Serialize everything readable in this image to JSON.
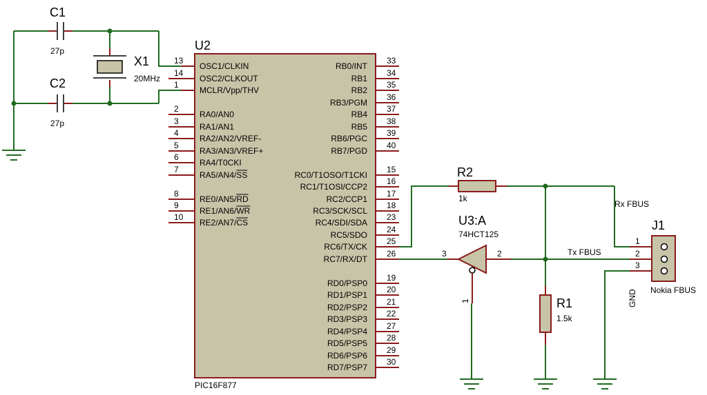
{
  "components": {
    "c1": {
      "ref": "C1",
      "value": "27p"
    },
    "c2": {
      "ref": "C2",
      "value": "27p"
    },
    "x1": {
      "ref": "X1",
      "value": "20MHz"
    },
    "u2": {
      "ref": "U2",
      "part": "PIC16F877"
    },
    "r2": {
      "ref": "R2",
      "value": "1k"
    },
    "r1": {
      "ref": "R1",
      "value": "1.5k"
    },
    "u3": {
      "ref": "U3:A",
      "part": "74HCT125",
      "pin_in": "2",
      "pin_out": "3",
      "pin_oe": "1"
    },
    "j1": {
      "ref": "J1",
      "part": "Nokia FBUS",
      "pins": [
        "1",
        "2",
        "3"
      ]
    }
  },
  "mcu_left_pins": [
    {
      "name": "OSC1/CLKIN",
      "num": "13"
    },
    {
      "name": "OSC2/CLKOUT",
      "num": "14"
    },
    {
      "name": "MCLR/Vpp/THV",
      "num": "1"
    },
    {
      "name": "RA0/AN0",
      "num": "2"
    },
    {
      "name": "RA1/AN1",
      "num": "3"
    },
    {
      "name": "RA2/AN2/VREF-",
      "num": "4"
    },
    {
      "name": "RA3/AN3/VREF+",
      "num": "5"
    },
    {
      "name": "RA4/T0CKI",
      "num": "6"
    },
    {
      "name": "RA5/AN4/SS",
      "num": "7"
    },
    {
      "name": "RE0/AN5/RD",
      "num": "8"
    },
    {
      "name": "RE1/AN6/WR",
      "num": "9"
    },
    {
      "name": "RE2/AN7/CS",
      "num": "10"
    }
  ],
  "mcu_right_pins": [
    {
      "name": "RB0/INT",
      "num": "33"
    },
    {
      "name": "RB1",
      "num": "34"
    },
    {
      "name": "RB2",
      "num": "35"
    },
    {
      "name": "RB3/PGM",
      "num": "36"
    },
    {
      "name": "RB4",
      "num": "37"
    },
    {
      "name": "RB5",
      "num": "38"
    },
    {
      "name": "RB6/PGC",
      "num": "39"
    },
    {
      "name": "RB7/PGD",
      "num": "40"
    },
    {
      "name": "RC0/T1OSO/T1CKI",
      "num": "15"
    },
    {
      "name": "RC1/T1OSI/CCP2",
      "num": "16"
    },
    {
      "name": "RC2/CCP1",
      "num": "17"
    },
    {
      "name": "RC3/SCK/SCL",
      "num": "18"
    },
    {
      "name": "RC4/SDI/SDA",
      "num": "23"
    },
    {
      "name": "RC5/SDO",
      "num": "24"
    },
    {
      "name": "RC6/TX/CK",
      "num": "25"
    },
    {
      "name": "RC7/RX/DT",
      "num": "26"
    },
    {
      "name": "RD0/PSP0",
      "num": "19"
    },
    {
      "name": "RD1/PSP1",
      "num": "20"
    },
    {
      "name": "RD2/PSP2",
      "num": "21"
    },
    {
      "name": "RD3/PSP3",
      "num": "22"
    },
    {
      "name": "RD4/PSP4",
      "num": "27"
    },
    {
      "name": "RD5/PSP5",
      "num": "28"
    },
    {
      "name": "RD6/PSP6",
      "num": "29"
    },
    {
      "name": "RD7/PSP7",
      "num": "30"
    }
  ],
  "nets": {
    "rx": "Rx FBUS",
    "tx": "Tx FBUS",
    "gnd": "GND"
  },
  "colors": {
    "wire": "#1f6b1f",
    "pin": "#8b1a1a",
    "body": "#c8c4a8"
  }
}
